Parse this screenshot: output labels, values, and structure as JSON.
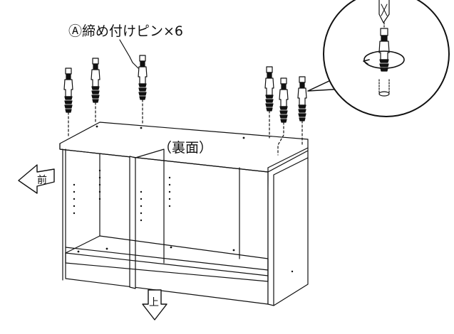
{
  "callout_label": "Ⓐ締め付けピン×6",
  "panel_label": "（裏面）",
  "arrow_front_label": "前",
  "arrow_up_label": "上",
  "icons": [
    "screwdriver-icon",
    "rotate-arrow-icon"
  ]
}
